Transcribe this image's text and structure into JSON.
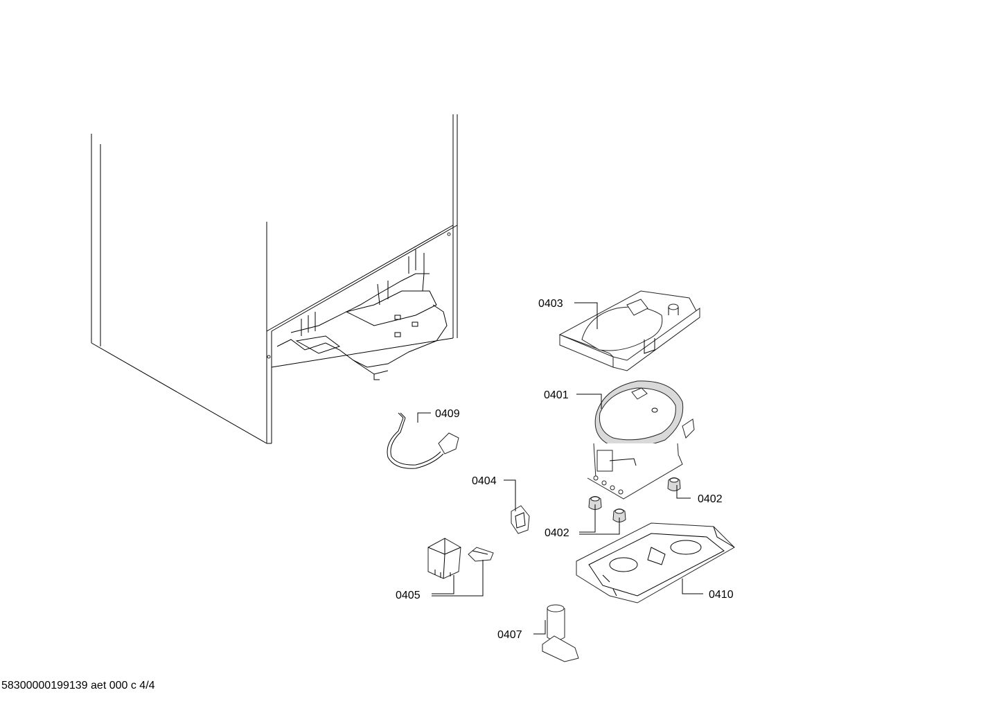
{
  "labels": {
    "p0401": "0401",
    "p0402a": "0402",
    "p0402b": "0402",
    "p0403": "0403",
    "p0404": "0404",
    "p0405": "0405",
    "p0407": "0407",
    "p0409": "0409",
    "p0410": "0410"
  },
  "footer": "58300000199139 aet 000 c 4/4"
}
